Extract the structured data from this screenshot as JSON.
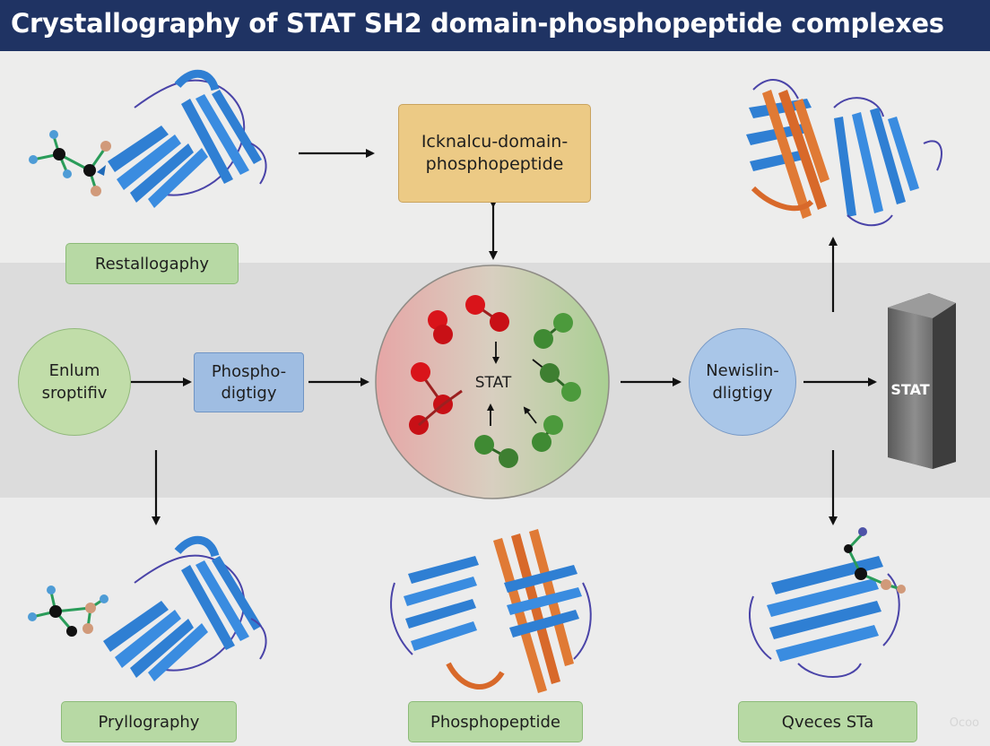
{
  "title": "Crystallography of STAT SH2 domain-phosphopeptide complexes",
  "labels": {
    "top_left": "Restallogaphy",
    "top_center": "Icknalcu-domain-\nphosphopeptide",
    "mid_left_circle": "Enlum\nsroptifiv",
    "mid_left_box": "Phospho-\ndigtigy",
    "center_circle": "STAT",
    "mid_right_circle": "Newislin-\ndligtigy",
    "stat_block": "STAT",
    "bottom_left": "Pryllography",
    "bottom_center": "Phosphopeptide",
    "bottom_right": "Qveces STa",
    "watermark": "Ocoo"
  },
  "colors": {
    "header": "#1f3363",
    "ribbon_blue": "#2f7fd3",
    "ribbon_orange": "#d8692a",
    "molecule_red": "#d9141a",
    "molecule_green": "#3f8a33"
  },
  "icons": [
    "protein-ribbon",
    "ligand-molecule",
    "arrow",
    "stat-block"
  ]
}
